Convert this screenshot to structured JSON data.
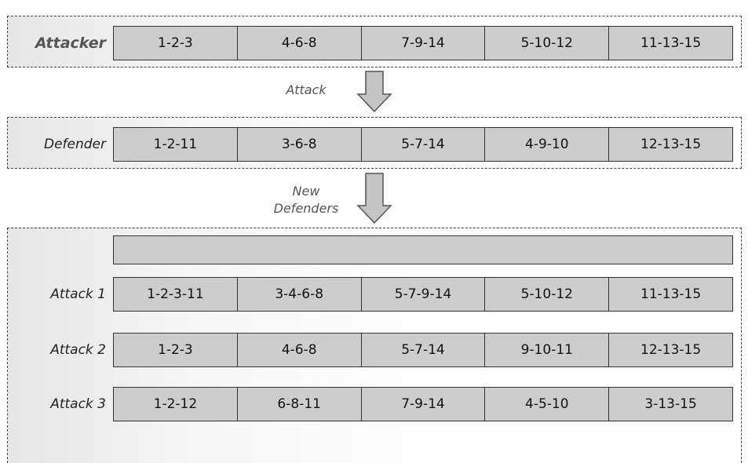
{
  "attacker": {
    "label": "Attacker",
    "cells": [
      "1-2-3",
      "4-6-8",
      "7-9-14",
      "5-10-12",
      "11-13-15"
    ]
  },
  "arrow1": {
    "caption": "Attack"
  },
  "defender": {
    "label": "Defender",
    "cells": [
      "1-2-11",
      "3-6-8",
      "5-7-14",
      "4-9-10",
      "12-13-15"
    ]
  },
  "arrow2": {
    "caption_line1": "New",
    "caption_line2": "Defenders"
  },
  "new_defenders": {
    "rows": [
      {
        "label": "Attack 1",
        "cells": [
          "1-2-3-11",
          "3-4-6-8",
          "5-7-9-14",
          "5-10-12",
          "11-13-15"
        ]
      },
      {
        "label": "Attack 2",
        "cells": [
          "1-2-3",
          "4-6-8",
          "5-7-14",
          "9-10-11",
          "12-13-15"
        ]
      },
      {
        "label": "Attack 3",
        "cells": [
          "1-2-12",
          "6-8-11",
          "7-9-14",
          "4-5-10",
          "3-13-15"
        ]
      }
    ]
  },
  "colors": {
    "cell_fill": "#cdcdcd",
    "border": "#333333",
    "arrow_fill": "#c4c4c4"
  },
  "icons": {
    "flow_arrow": "down-arrow-icon"
  }
}
